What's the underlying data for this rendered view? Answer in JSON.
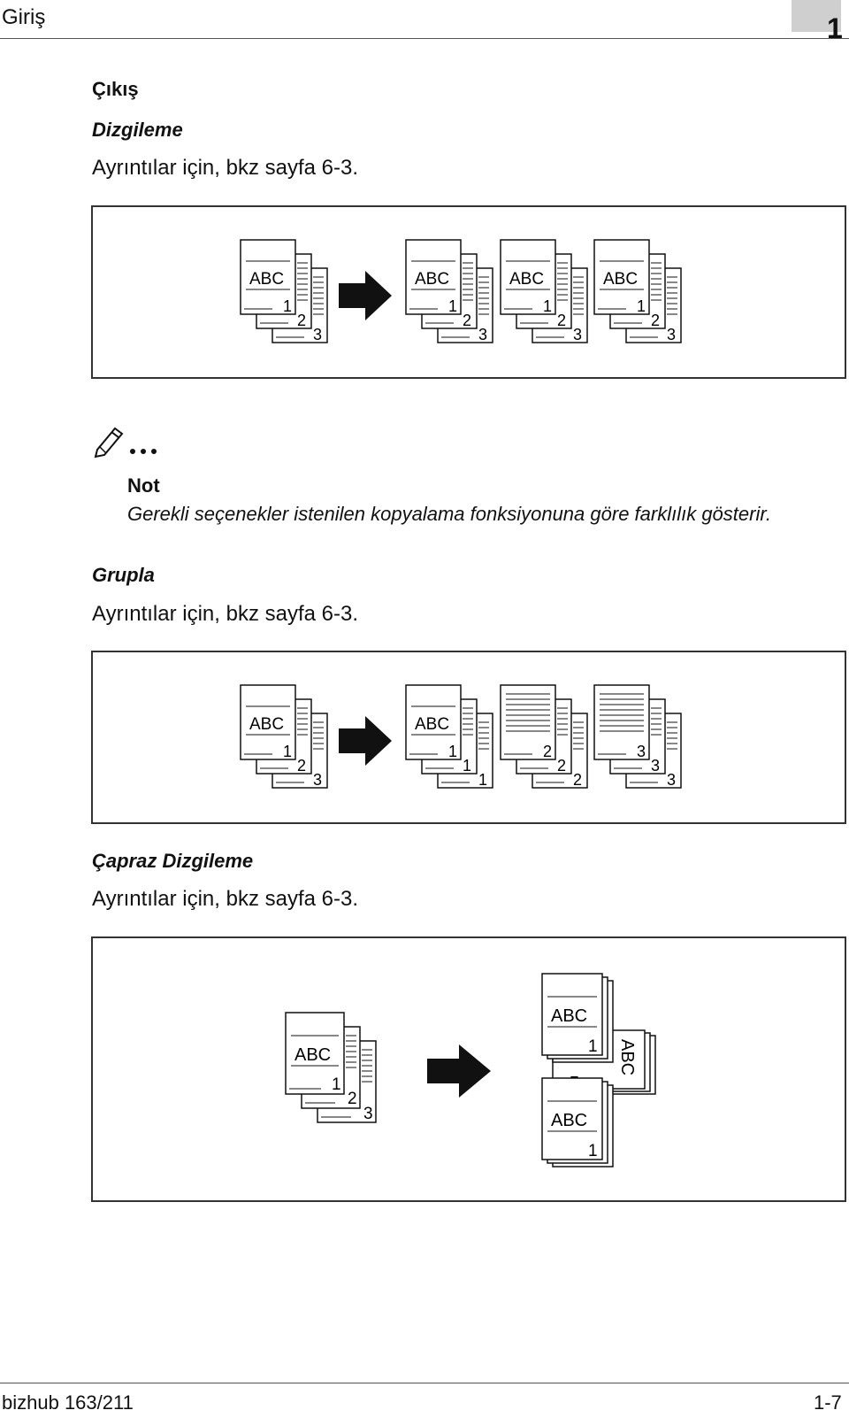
{
  "header": {
    "title": "Giriş",
    "chapter": "1"
  },
  "sections": {
    "output": {
      "title": "Çıkış"
    },
    "sort": {
      "title": "Dizgileme",
      "detail": "Ayrıntılar için, bkz sayfa 6-3."
    },
    "note": {
      "label": "Not",
      "text": "Gerekli seçenekler istenilen kopyalama fonksiyonuna göre farklılık gösterir."
    },
    "group": {
      "title": "Grupla",
      "detail": "Ayrıntılar için, bkz sayfa 6-3."
    },
    "crisscross": {
      "title": "Çapraz Dizgileme",
      "detail": "Ayrıntılar için, bkz sayfa 6-3."
    }
  },
  "figure_text": {
    "abc": "ABC",
    "p1": "1",
    "p2": "2",
    "p3": "3"
  },
  "icons": {
    "note": "pencil-note-icon",
    "arrow": "right-arrow-icon"
  },
  "footer": {
    "model": "bizhub 163/211",
    "page": "1-7"
  }
}
